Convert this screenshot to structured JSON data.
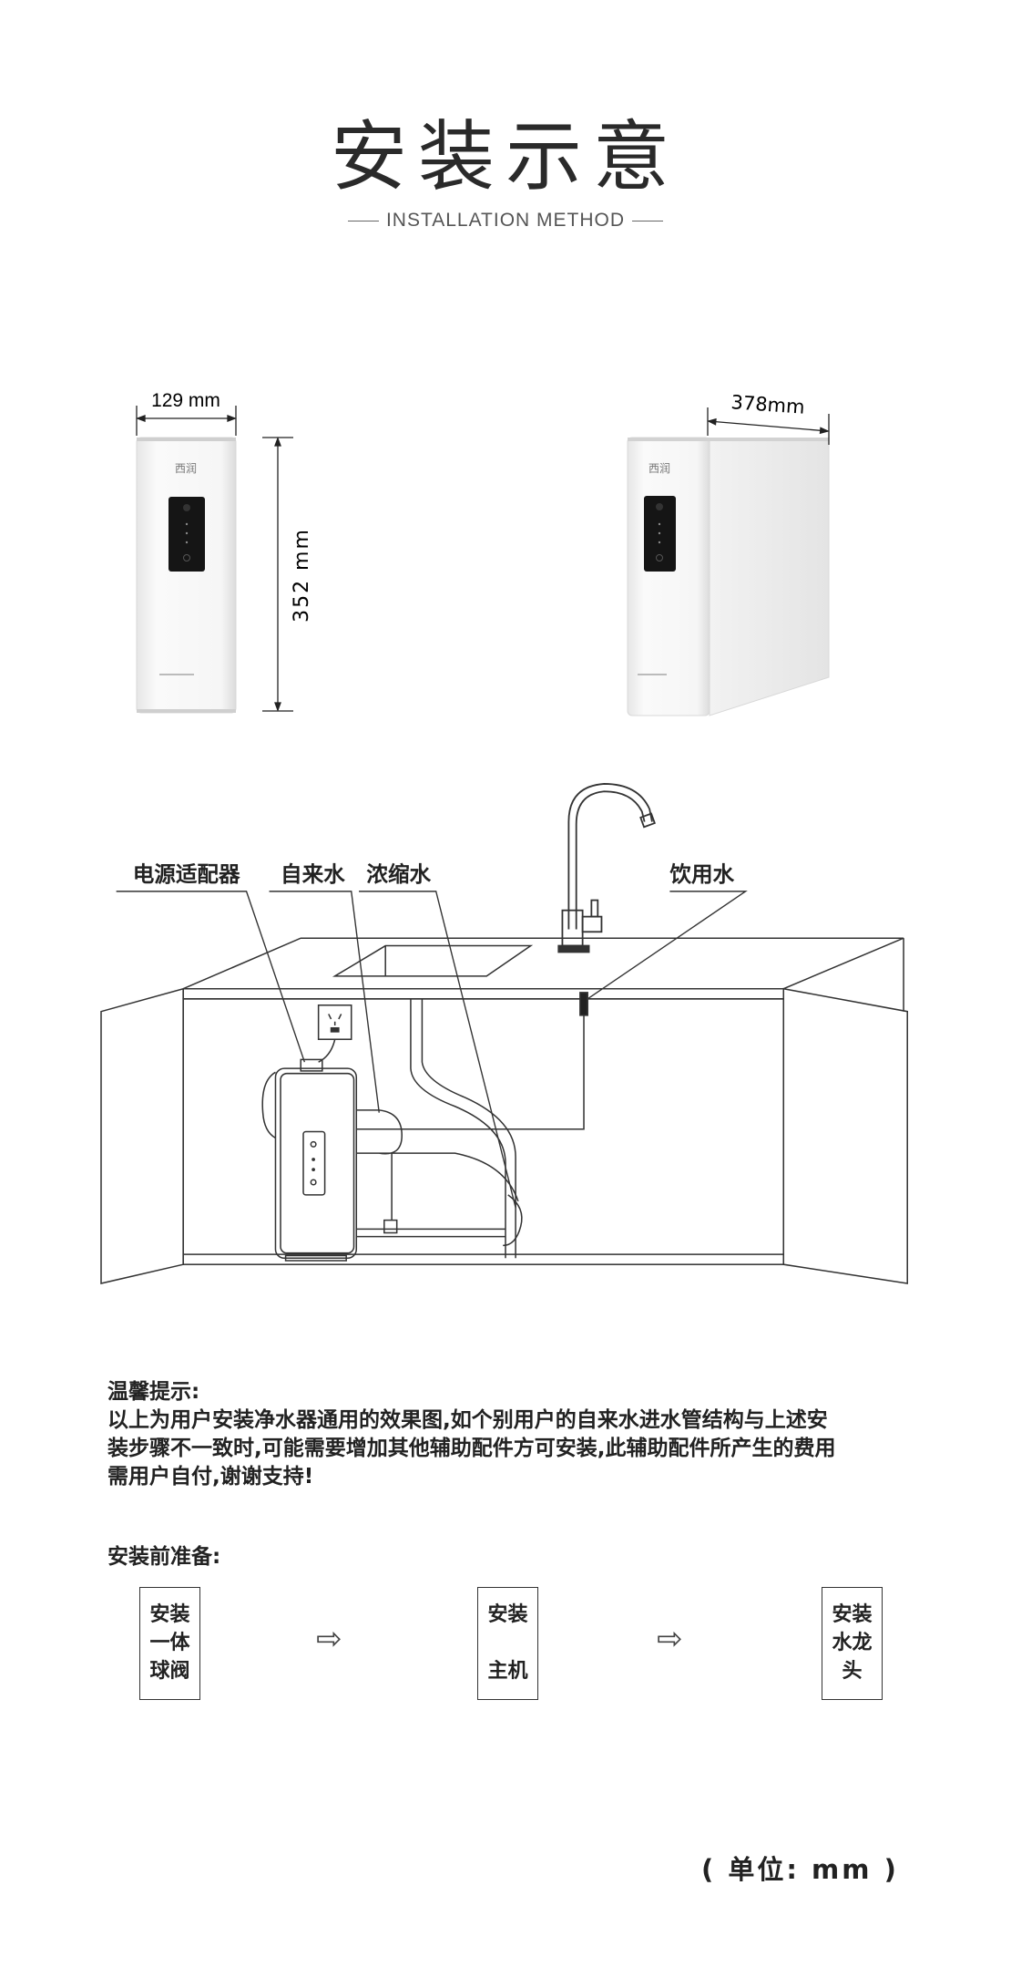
{
  "header": {
    "title": "安装示意",
    "subtitle": "INSTALLATION METHOD"
  },
  "products": {
    "logo": "西润",
    "front_width": "129 mm",
    "height": "352 mm",
    "depth": "378mm"
  },
  "diagram": {
    "labels": {
      "power_adapter": "电源适配器",
      "tap_water": "自来水",
      "concentrate_water": "浓缩水",
      "drinking_water": "饮用水"
    }
  },
  "tips": {
    "heading": "温馨提示:",
    "lines": [
      "以上为用户安装净水器通用的效果图,如个别用户的自来水进水管结构与上述安",
      "装步骤不一致时,可能需要增加其他辅助配件方可安装,此辅助配件所产生的费用",
      "需用户自付,谢谢支持!"
    ]
  },
  "preparation": {
    "heading": "安装前准备:",
    "steps": [
      {
        "lines": [
          "安装",
          "一体",
          "球阀"
        ]
      },
      {
        "lines": [
          "安装",
          "",
          "主机"
        ]
      },
      {
        "lines": [
          "安装",
          "水龙",
          "头"
        ]
      }
    ],
    "arrow": "⇨"
  },
  "unit_note": "( 单位: mm )"
}
